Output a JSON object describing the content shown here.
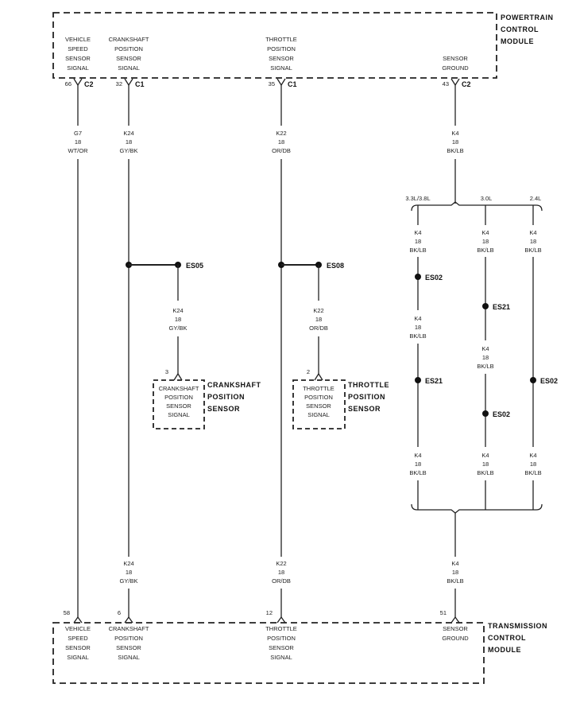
{
  "pcm": {
    "title_lines": [
      "POWERTRAIN",
      "CONTROL",
      "MODULE"
    ],
    "pins": [
      {
        "label": [
          "VEHICLE",
          "SPEED",
          "SENSOR",
          "SIGNAL"
        ],
        "pin": "66",
        "conn": "C2"
      },
      {
        "label": [
          "CRANKSHAFT",
          "POSITION",
          "SENSOR",
          "SIGNAL"
        ],
        "pin": "32",
        "conn": "C1"
      },
      {
        "label": [
          "THROTTLE",
          "POSITION",
          "SENSOR",
          "SIGNAL"
        ],
        "pin": "35",
        "conn": "C1"
      },
      {
        "label": [
          "SENSOR",
          "GROUND"
        ],
        "pin": "43",
        "conn": "C2"
      }
    ]
  },
  "tcm": {
    "title_lines": [
      "TRANSMISSION",
      "CONTROL",
      "MODULE"
    ],
    "pins": [
      {
        "label": [
          "VEHICLE",
          "SPEED",
          "SENSOR",
          "SIGNAL"
        ],
        "pin": "58"
      },
      {
        "label": [
          "CRANKSHAFT",
          "POSITION",
          "SENSOR",
          "SIGNAL"
        ],
        "pin": "6"
      },
      {
        "label": [
          "THROTTLE",
          "POSITION",
          "SENSOR",
          "SIGNAL"
        ],
        "pin": "12"
      },
      {
        "label": [
          "SENSOR",
          "GROUND"
        ],
        "pin": "51"
      }
    ]
  },
  "wires": {
    "g7_top": [
      "G7",
      "18",
      "WT/OR"
    ],
    "k24_top": [
      "K24",
      "18",
      "GY/BK"
    ],
    "k22_top": [
      "K22",
      "18",
      "OR/DB"
    ],
    "k4_top": [
      "K4",
      "18",
      "BK/LB"
    ],
    "k24_branch": [
      "K24",
      "18",
      "GY/BK"
    ],
    "k22_branch": [
      "K22",
      "18",
      "OR/DB"
    ],
    "k24_bottom": [
      "K24",
      "18",
      "GY/BK"
    ],
    "k22_bottom": [
      "K22",
      "18",
      "OR/DB"
    ],
    "k4_bottom": [
      "K4",
      "18",
      "BK/LB"
    ],
    "left_1": [
      "K4",
      "18",
      "BK/LB"
    ],
    "left_2": [
      "K4",
      "18",
      "BK/LB"
    ],
    "left_3": [
      "K4",
      "18",
      "BK/LB"
    ],
    "mid_1": [
      "K4",
      "18",
      "BK/LB"
    ],
    "mid_2": [
      "K4",
      "18",
      "BK/LB"
    ],
    "mid_3": [
      "K4",
      "18",
      "BK/LB"
    ],
    "right_1": [
      "K4",
      "18",
      "BK/LB"
    ],
    "right_2": [
      "K4",
      "18",
      "BK/LB"
    ]
  },
  "splices": {
    "es05": "ES05",
    "es08": "ES08",
    "left_a": "ES02",
    "left_b": "ES21",
    "mid_a": "ES21",
    "mid_b": "ES02",
    "right_a": "ES02"
  },
  "engines": {
    "left": "3.3L/3.8L",
    "mid": "3.0L",
    "right": "2.4L"
  },
  "ckp_sensor": {
    "pin": "3",
    "inner": [
      "CRANKSHAFT",
      "POSITION",
      "SENSOR",
      "SIGNAL"
    ],
    "title_lines": [
      "CRANKSHAFT",
      "POSITION",
      "SENSOR"
    ]
  },
  "tps_sensor": {
    "pin": "2",
    "inner": [
      "THROTTLE",
      "POSITION",
      "SENSOR",
      "SIGNAL"
    ],
    "title_lines": [
      "THROTTLE",
      "POSITION",
      "SENSOR"
    ]
  }
}
